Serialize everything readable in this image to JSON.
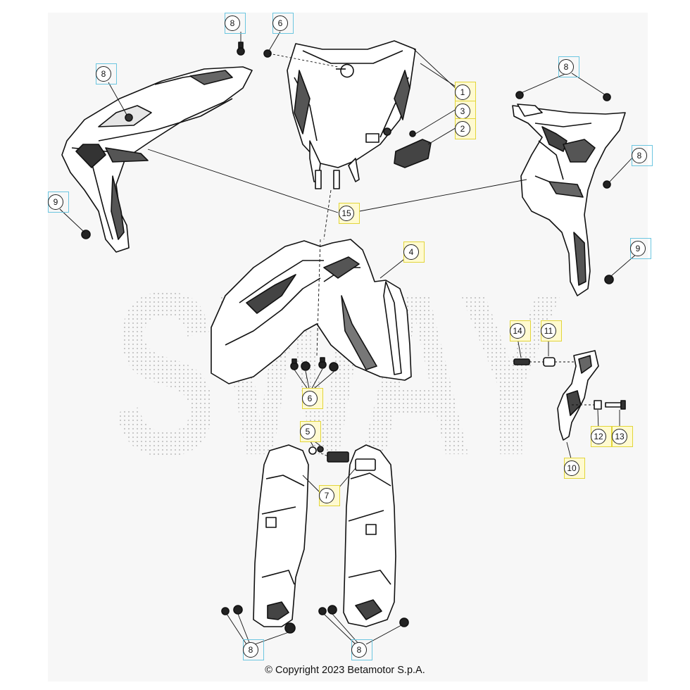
{
  "copyright": "© Copyright 2023 Betamotor S.p.A.",
  "watermark": "SWAY",
  "callouts": {
    "c8_top": "8",
    "c6_top": "6",
    "c8_left": "8",
    "c1": "1",
    "c3": "3",
    "c2": "2",
    "c8_right_top": "8",
    "c8_right_mid": "8",
    "c9_left": "9",
    "c15": "15",
    "c9_right": "9",
    "c4": "4",
    "c14": "14",
    "c11": "11",
    "c6_mid": "6",
    "c12": "12",
    "c13": "13",
    "c10": "10",
    "c5": "5",
    "c7": "7",
    "c8_bottom_left": "8",
    "c8_bottom_right": "8"
  },
  "colors": {
    "label_box_blue": "#6cc6e0",
    "label_box_yellow": "#e2d53a",
    "label_fill_yellow": "#fffad0",
    "panel": "#f7f7f7",
    "line": "#111111"
  }
}
